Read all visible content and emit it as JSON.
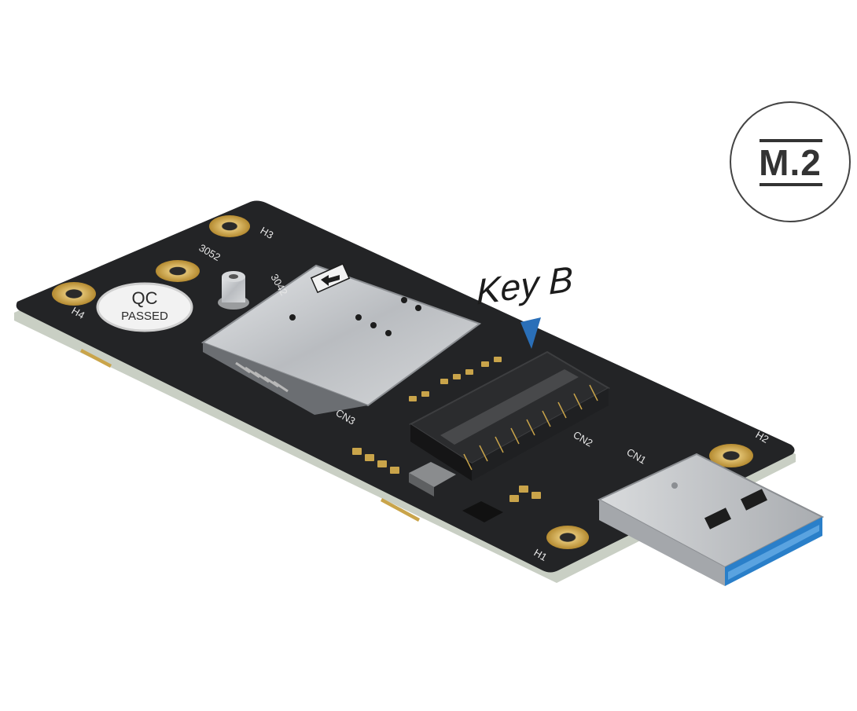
{
  "badge": {
    "label": "M.2"
  },
  "key_label": "Key B",
  "qc_stamp": {
    "line1": "QC",
    "line2": "PASSED"
  },
  "silkscreen": {
    "h1": "H1",
    "h2": "H2",
    "h3": "H3",
    "h4": "H4",
    "cn1": "CN1",
    "cn2": "CN2",
    "cn3": "CN3",
    "size_3052": "3052",
    "size_3042": "3042"
  },
  "colors": {
    "pcb": "#232426",
    "pcb_edge": "#c9cfc4",
    "gold": "#c9a44a",
    "metal": "#c4c6c8",
    "usb_blue": "#2a7fc9",
    "arrow": "#2a6fb8"
  }
}
